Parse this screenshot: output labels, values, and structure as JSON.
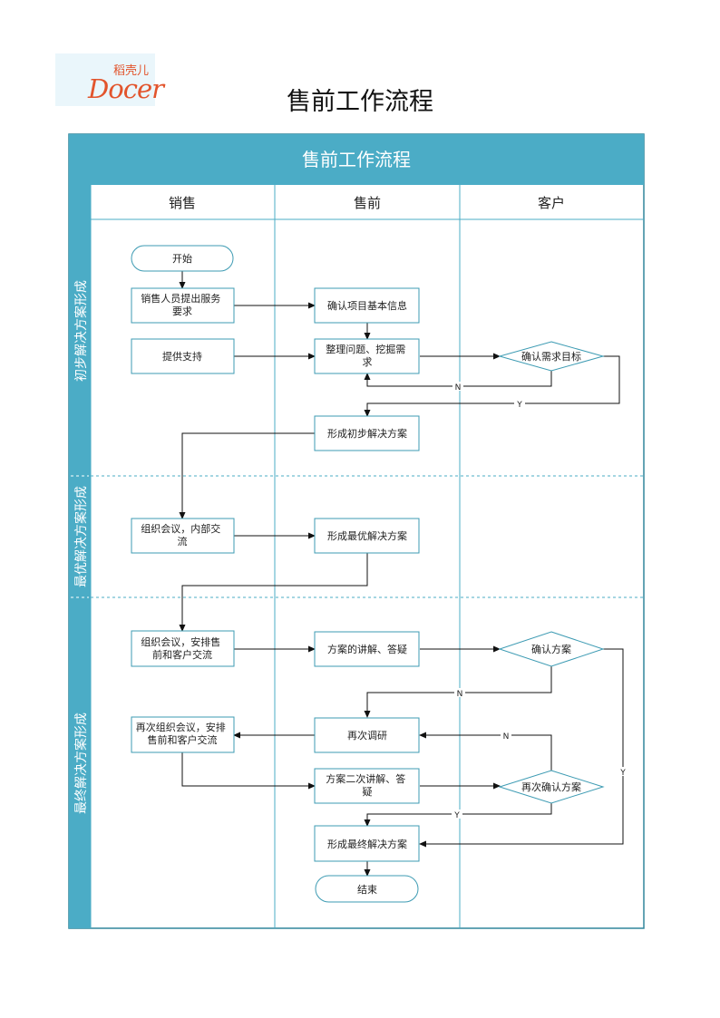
{
  "logo": {
    "small_text": "稻壳儿",
    "big_text": "Docer"
  },
  "page_title": "售前工作流程",
  "banner_title": "售前工作流程",
  "lanes": [
    "销售",
    "售前",
    "客户"
  ],
  "phases": [
    "初步解决方案形成",
    "最优解决方案形成",
    "最终解决方案形成"
  ],
  "nodes": {
    "start": "开始",
    "sales_request": "销售人员提出服务要求",
    "confirm_info": "确认项目基本信息",
    "provide_support": "提供支持",
    "organize_issues": "整理问题、挖掘需求",
    "confirm_goal": "确认需求目标",
    "initial_solution": "形成初步解决方案",
    "internal_meeting": "组织会议，内部交流",
    "optimal_solution": "形成最优解决方案",
    "client_meeting": "组织会议，安排售前和客户交流",
    "present_solution": "方案的讲解、答疑",
    "confirm_solution": "确认方案",
    "reorganize_meeting": "再次组织会议，安排售前和客户交流",
    "re_research": "再次调研",
    "second_present": "方案二次讲解、答疑",
    "reconfirm_solution": "再次确认方案",
    "final_solution": "形成最终解决方案",
    "end": "结束"
  },
  "edge_labels": {
    "yes": "Y",
    "no": "N"
  },
  "colors": {
    "banner": "#4bacc6",
    "border": "#31859c",
    "node_border": "#3d9bb3",
    "line": "#111111"
  }
}
